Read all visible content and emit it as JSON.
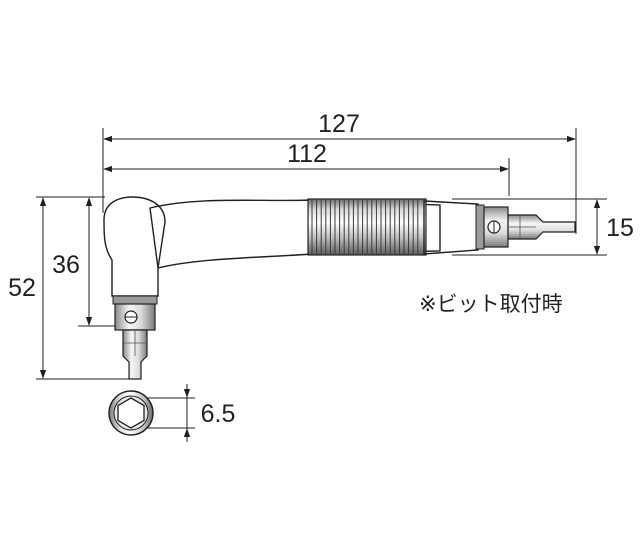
{
  "dimensions": {
    "overall_length": "127",
    "bit_length": "112",
    "height_total": "52",
    "height_head": "36",
    "bit_width": "15",
    "hex_size": "6.5"
  },
  "note": "※ビット取付時",
  "colors": {
    "ink": "#231f20",
    "background": "#ffffff"
  }
}
